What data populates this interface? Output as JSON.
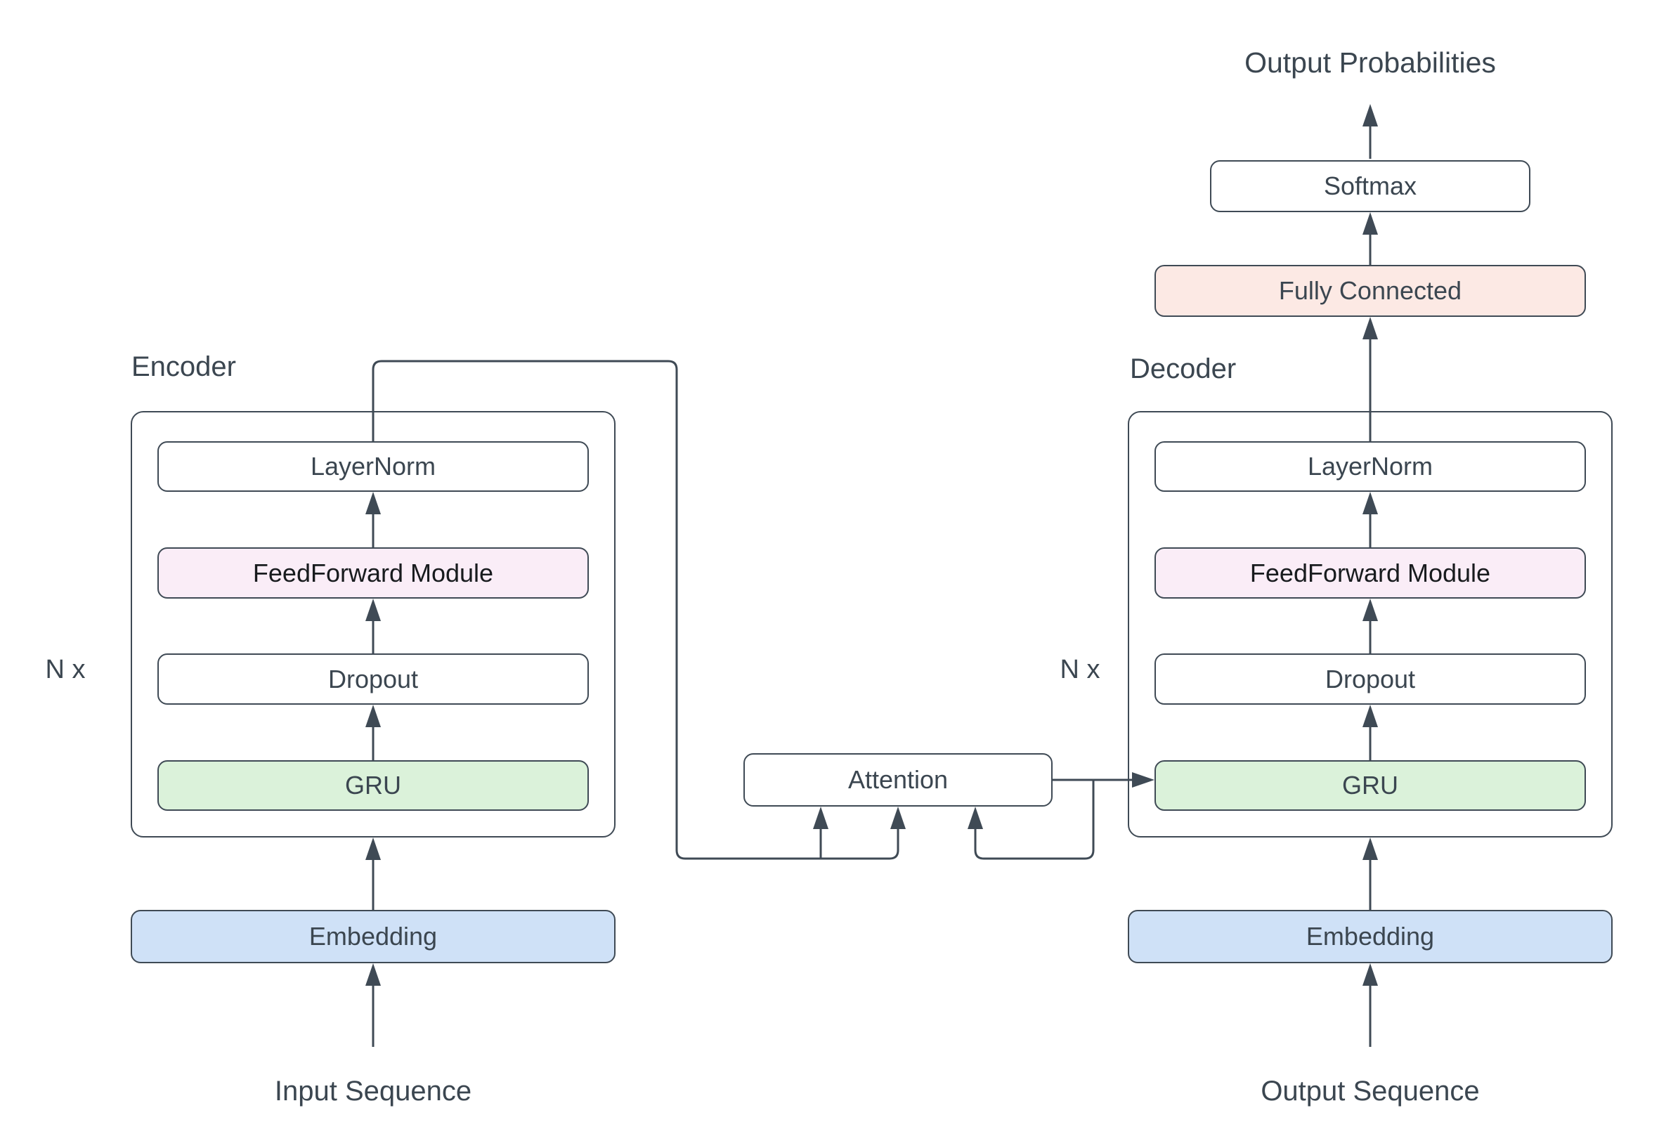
{
  "diagram": {
    "top_label": "Output Probabilities",
    "softmax_label": "Softmax",
    "fully_connected_label": "Fully Connected",
    "attention_label": "Attention",
    "encoder": {
      "title": "Encoder",
      "repeat_label": "N x",
      "blocks": [
        "LayerNorm",
        "FeedForward Module",
        "Dropout",
        "GRU"
      ],
      "embedding_label": "Embedding",
      "input_label": "Input Sequence"
    },
    "decoder": {
      "title": "Decoder",
      "repeat_label": "N x",
      "blocks": [
        "LayerNorm",
        "FeedForward Module",
        "Dropout",
        "GRU"
      ],
      "embedding_label": "Embedding",
      "input_label": "Output Sequence"
    },
    "colors": {
      "line": "#3f4a55",
      "box_border": "#3f4a55",
      "text": "#3b4650",
      "gru_green": "#dbf2da",
      "feedforward_pink": "#faedf7",
      "embedding_blue": "#cfe1f7",
      "fully_connected_peach": "#fce9e4",
      "box_white": "#ffffff",
      "background": "#ffffff"
    },
    "edges": [
      "Input Sequence -> Embedding (encoder)",
      "Embedding -> Encoder block (encoder)",
      "GRU -> Dropout (encoder)",
      "Dropout -> FeedForward Module (encoder)",
      "FeedForward Module -> LayerNorm (encoder)",
      "Encoder LayerNorm -> Attention (two inputs)",
      "Output Sequence -> Embedding (decoder)",
      "Embedding -> Decoder block (decoder)",
      "Decoder state -> Attention (loop input)",
      "Attention -> GRU (decoder)",
      "GRU -> Dropout (decoder)",
      "Dropout -> FeedForward Module (decoder)",
      "FeedForward Module -> LayerNorm (decoder)",
      "Decoder LayerNorm -> Fully Connected",
      "Fully Connected -> Softmax",
      "Softmax -> Output Probabilities"
    ]
  }
}
